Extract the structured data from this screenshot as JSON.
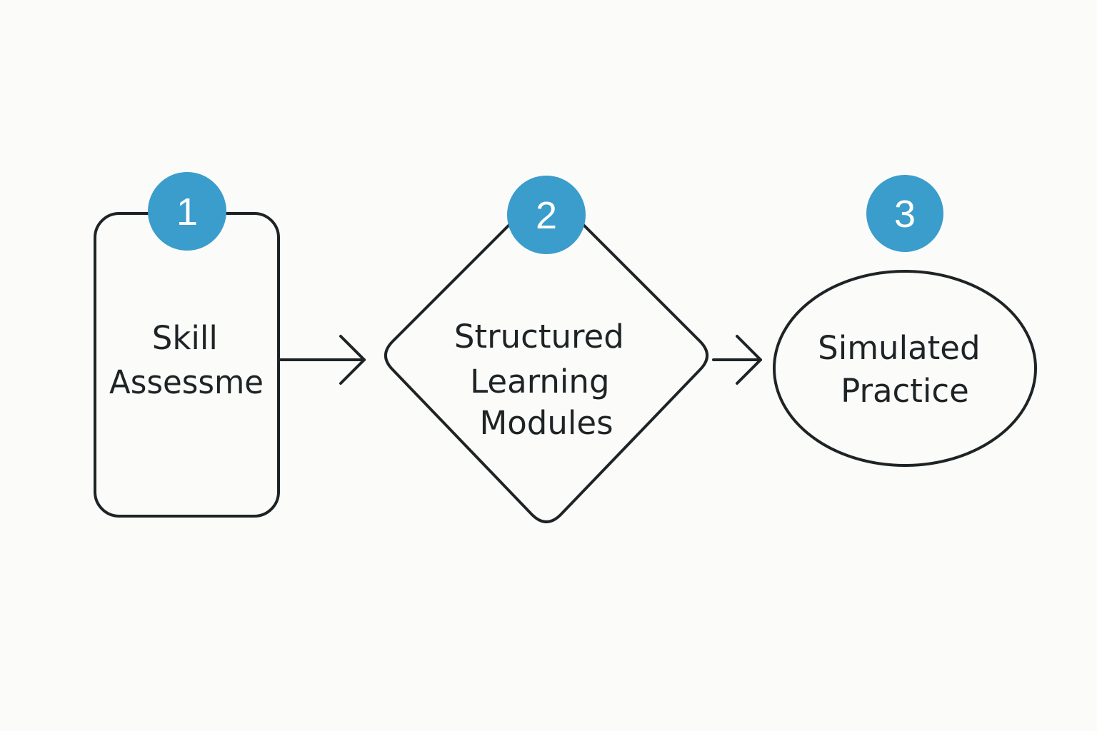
{
  "colors": {
    "background": "#fbfbfa",
    "stroke": "#1e2325",
    "badge": "#3a9dcb",
    "badge_text": "#ffffff",
    "text": "#1e2325"
  },
  "steps": [
    {
      "number": "1",
      "shape": "rounded-rectangle",
      "lines": [
        "Skill",
        "Assessme"
      ]
    },
    {
      "number": "2",
      "shape": "diamond",
      "lines": [
        "Structured",
        "Learning",
        "Modules"
      ]
    },
    {
      "number": "3",
      "shape": "ellipse",
      "lines": [
        "Simulated",
        "Practice"
      ]
    }
  ],
  "connectors": [
    {
      "from": "1",
      "to": "2",
      "style": "open-arrow"
    },
    {
      "from": "2",
      "to": "3",
      "style": "open-arrow"
    }
  ]
}
